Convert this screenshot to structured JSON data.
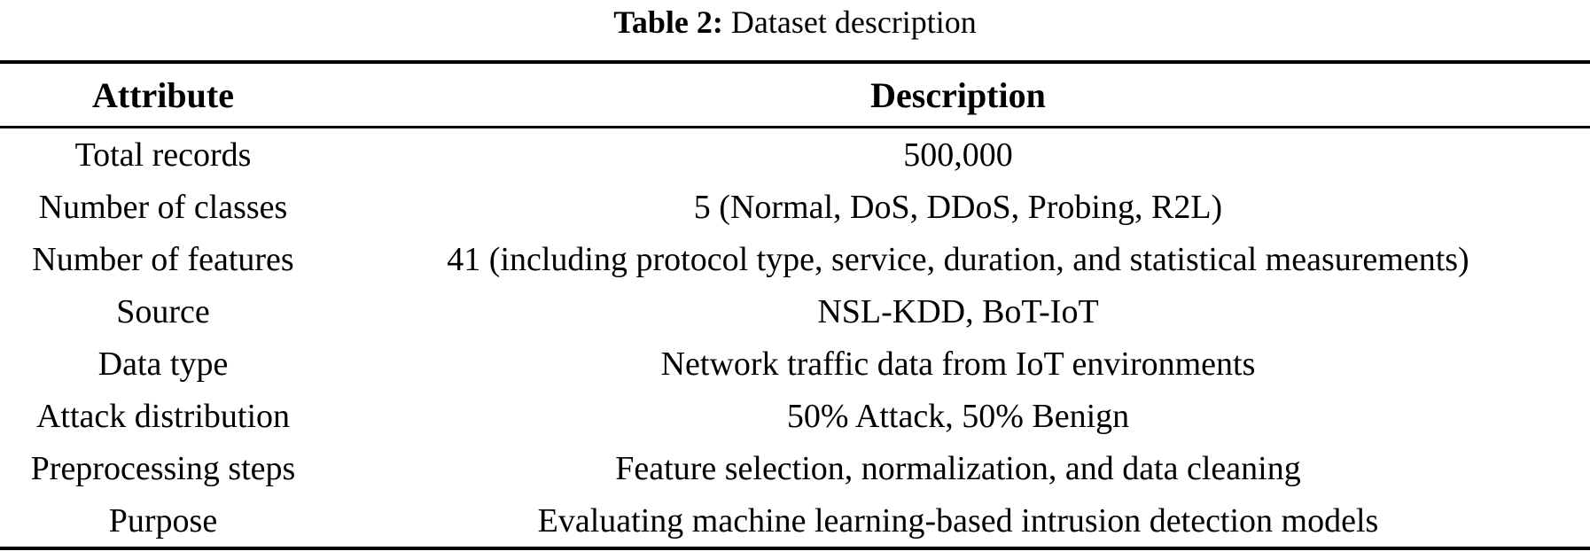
{
  "caption": {
    "label": "Table 2:",
    "text": " Dataset description"
  },
  "table": {
    "headers": {
      "attribute": "Attribute",
      "description": "Description"
    },
    "rows": [
      {
        "attribute": "Total records",
        "description": "500,000"
      },
      {
        "attribute": "Number of classes",
        "description": "5 (Normal, DoS, DDoS, Probing, R2L)"
      },
      {
        "attribute": "Number of features",
        "description": "41 (including protocol type, service, duration, and statistical measurements)"
      },
      {
        "attribute": "Source",
        "description": "NSL-KDD, BoT-IoT"
      },
      {
        "attribute": "Data type",
        "description": "Network traffic data from IoT environments"
      },
      {
        "attribute": "Attack distribution",
        "description": "50% Attack, 50% Benign"
      },
      {
        "attribute": "Preprocessing steps",
        "description": "Feature selection, normalization, and data cleaning"
      },
      {
        "attribute": "Purpose",
        "description": "Evaluating machine learning-based intrusion detection models"
      }
    ]
  },
  "colors": {
    "text": "#000000",
    "background": "#ffffff",
    "rule": "#000000"
  }
}
